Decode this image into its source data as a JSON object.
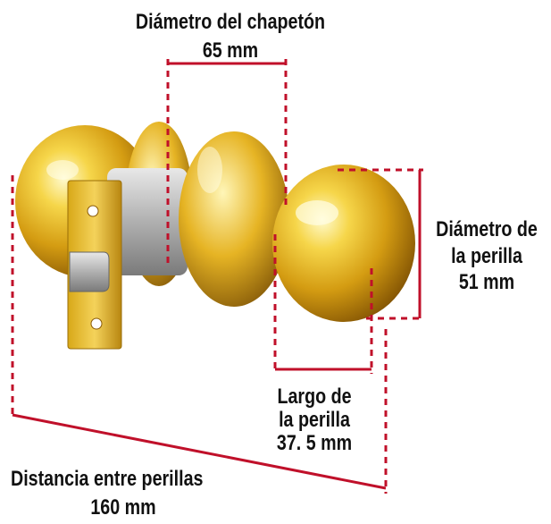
{
  "labels": {
    "chapeton_title": "Diámetro del chapetón",
    "chapeton_value": "65 mm",
    "perilla_diam_line1": "Diámetro de",
    "perilla_diam_line2": "la perilla",
    "perilla_diam_value": "51 mm",
    "largo_line1": "Largo de",
    "largo_line2": "la perilla",
    "largo_value": "37. 5 mm",
    "distancia_title": "Distancia entre perillas",
    "distancia_value": "160 mm"
  },
  "colors": {
    "dimension_line": "#c0102a",
    "brass_light": "#fff3a0",
    "brass_mid": "#e8b820",
    "brass_dark": "#8a5a05",
    "steel": "#b8b8b8",
    "text": "#111111"
  }
}
